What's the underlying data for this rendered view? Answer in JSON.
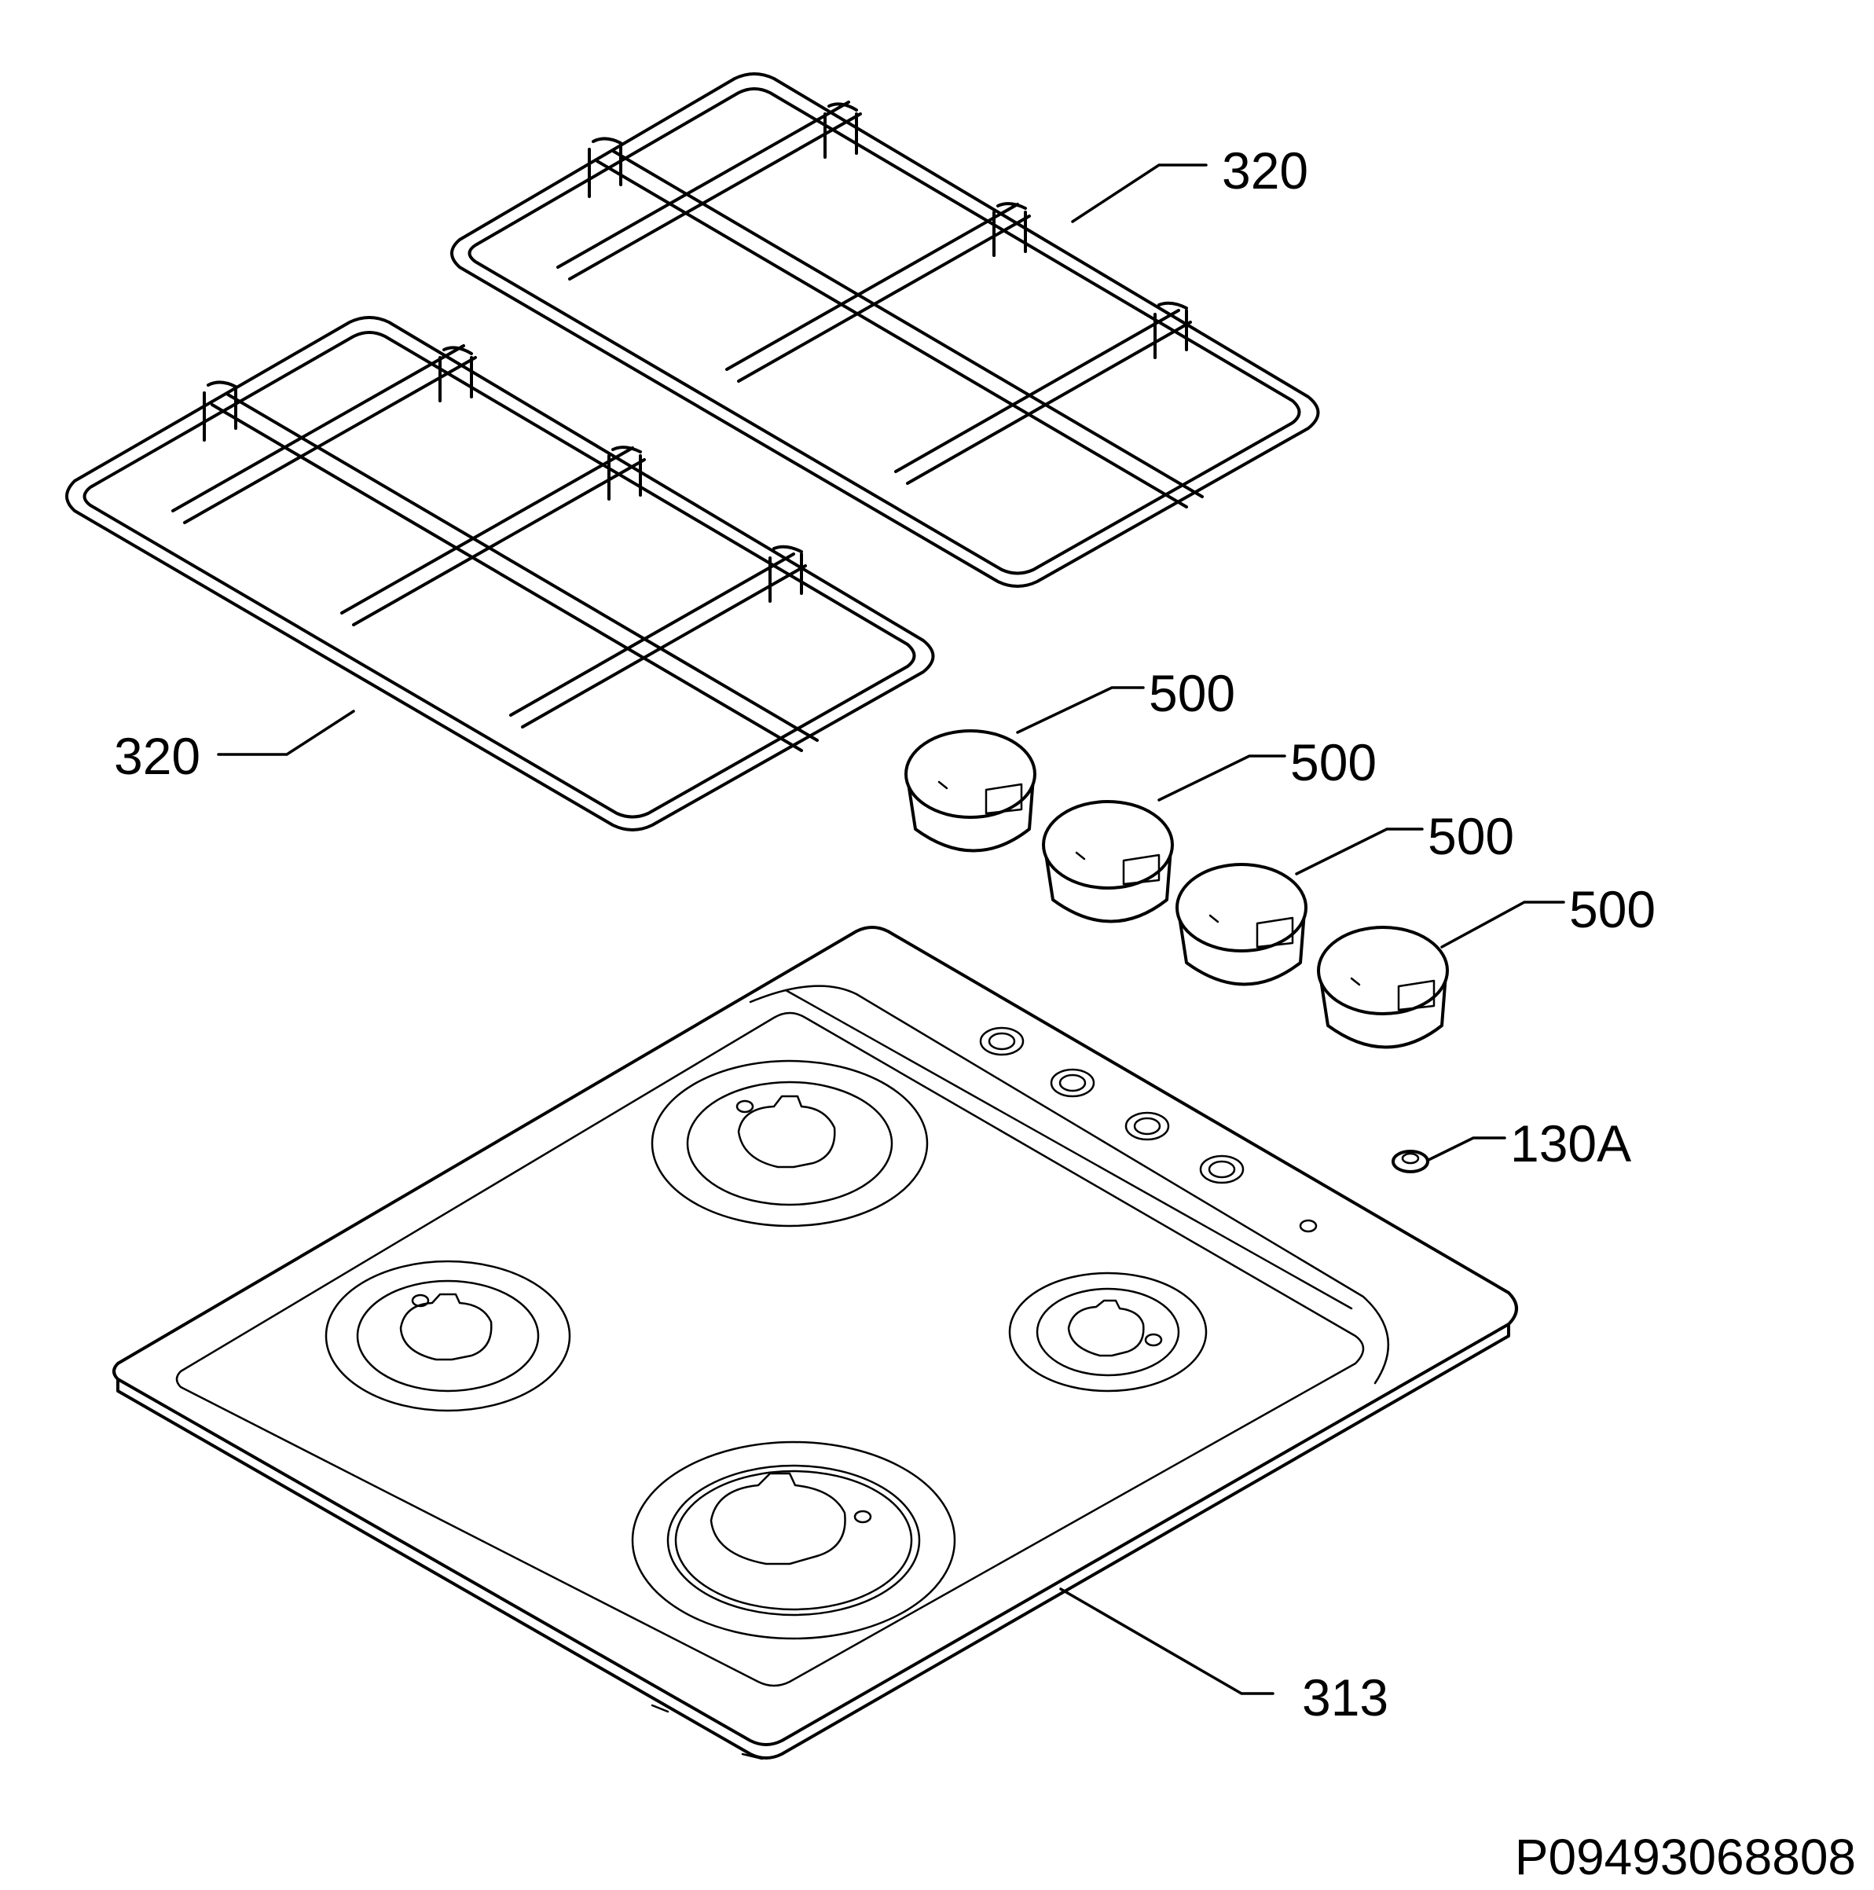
{
  "labels": {
    "grid_upper": "320",
    "grid_lower": "320",
    "knob_1": "500",
    "knob_2": "500",
    "knob_3": "500",
    "knob_4": "500",
    "injector": "130A",
    "hob": "313"
  },
  "drawing_code": "P09493068808",
  "colors": {
    "line": "#000000",
    "background": "#ffffff"
  }
}
